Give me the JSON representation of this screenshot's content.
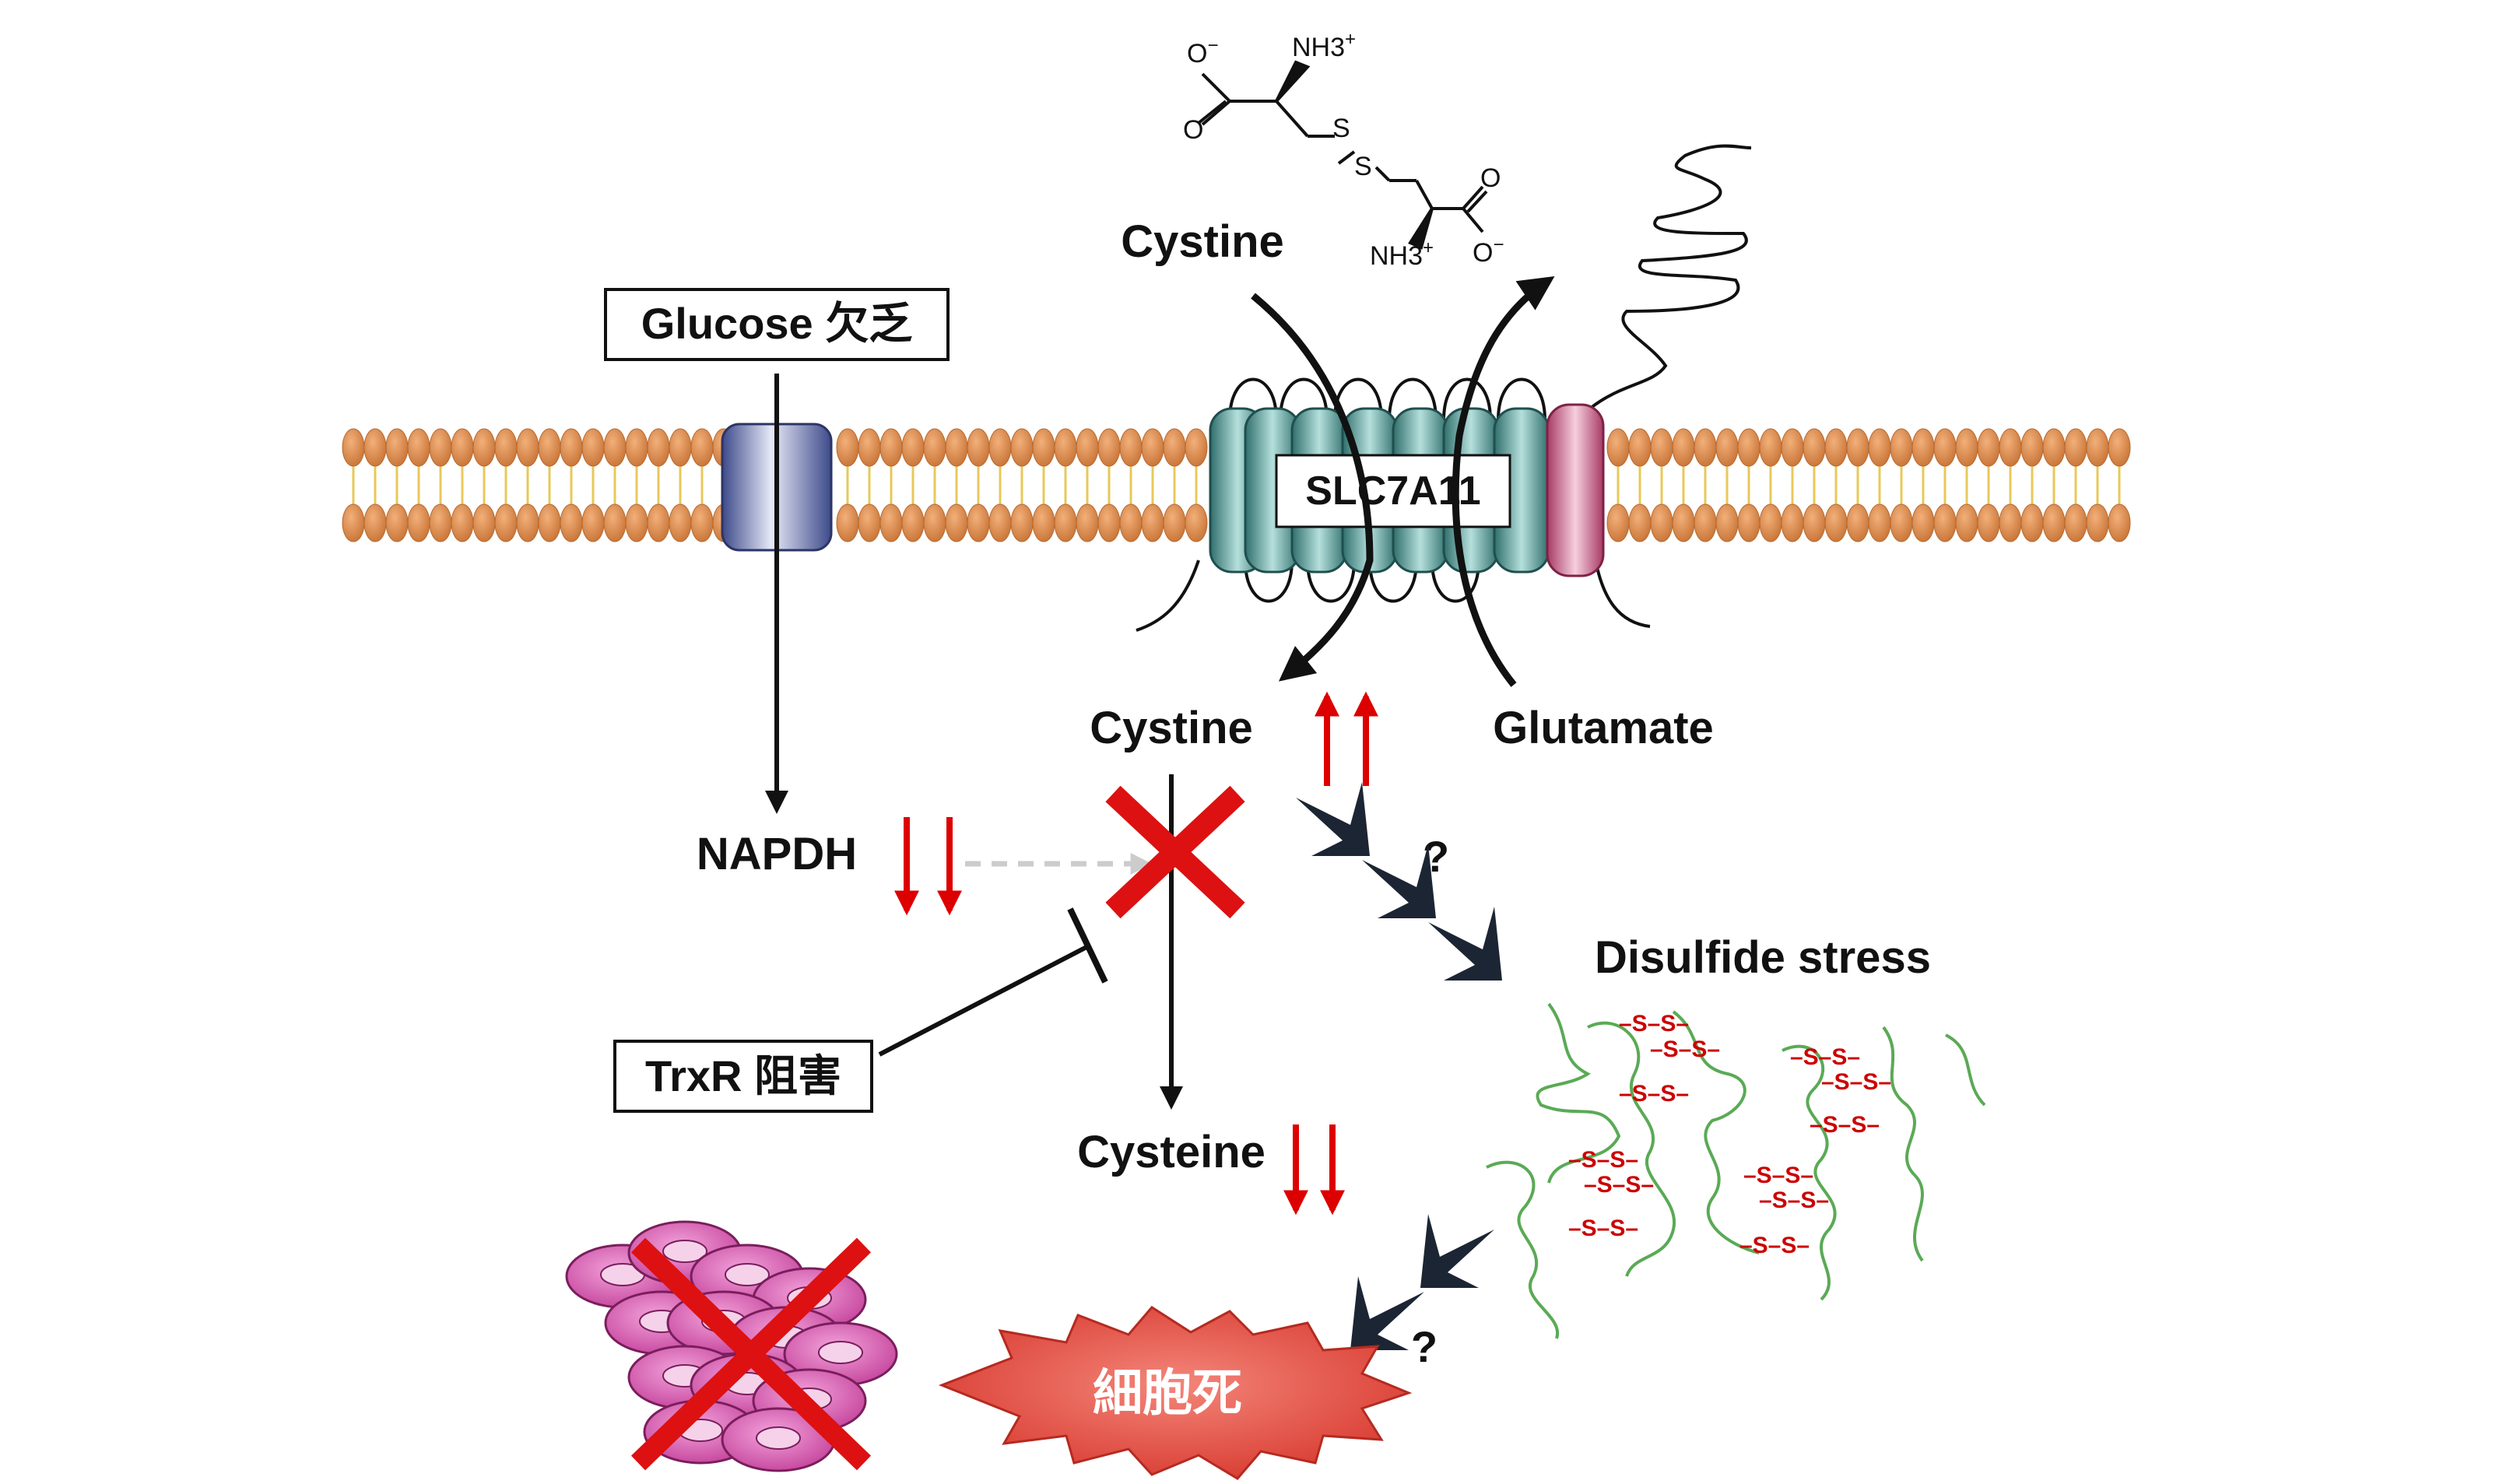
{
  "labels": {
    "glucose_box": "Glucose 欠乏",
    "cystine_top": "Cystine",
    "transporter": "SLC7A11",
    "cystine_inside": "Cystine",
    "glutamate": "Glutamate",
    "napdh": "NAPDH",
    "trxr_box": "TrxR 阻害",
    "cysteine": "Cysteine",
    "disulfide_stress": "Disulfide stress",
    "question_upper": "?",
    "question_lower": "?",
    "cell_death": "細胞死"
  },
  "molecule": {
    "name": "Cystine",
    "atoms": {
      "o_minus_top": "O",
      "o_top": "O",
      "nh3_top": "NH3",
      "s1": "S",
      "s2": "S",
      "o_right": "O",
      "o_minus_bottom": "O",
      "nh3_bottom": "NH3"
    },
    "charges": {
      "minus": "−",
      "plus": "+",
      "sub3": "3"
    }
  },
  "disulfide_marks": [
    "S–S",
    "S–S",
    "S–S",
    "S–S",
    "S–S",
    "S–S",
    "S–S",
    "S–S",
    "S–S",
    "S–S",
    "S–S",
    "S–S"
  ],
  "colors": {
    "lipid_head": "#d98a4e",
    "lipid_tail": "#e8c85a",
    "channel_blue": "#5c6aa8",
    "transporter_teal": "#3f8a86",
    "transporter_pink": "#c8567a",
    "red_arrow": "#dd0000",
    "cross_red": "#dd1111",
    "dark_arrow": "#1c2533",
    "protein_strand": "#5aaa55",
    "burst_red": "#e0443a",
    "cell_pink": "#e26ab8"
  }
}
